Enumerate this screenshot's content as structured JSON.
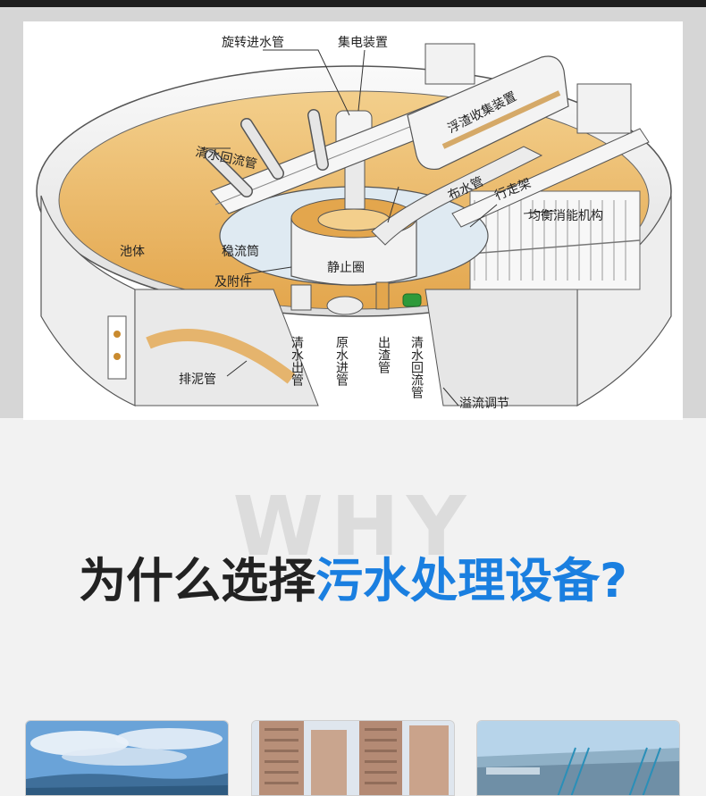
{
  "diagram": {
    "labels": {
      "rotating_inlet": "旋转进水管",
      "collector": "集电装置",
      "scum_collector": "浮渣收集装置",
      "clear_return_top": "清水回流管",
      "distributor": "布水管",
      "walkway": "行走架",
      "balance": "均衡消能机构",
      "tank": "池体",
      "stabilizer_line1": "稳流筒",
      "stabilizer_line2": "及附件",
      "still_ring": "静止圈",
      "clear_out": "清水出管",
      "raw_in": "原水进管",
      "slag_out": "出渣管",
      "clear_return_bottom": "清水回流管",
      "sludge": "排泥管",
      "overflow": "溢流调节"
    }
  },
  "section": {
    "why_watermark": "WHY",
    "headline_dark": "为什么选择",
    "headline_blue": "污水处理设备?"
  },
  "colors": {
    "accent_blue": "#1a7fe0",
    "sludge_orange": "#e7b15d",
    "text_dark": "#222222"
  }
}
